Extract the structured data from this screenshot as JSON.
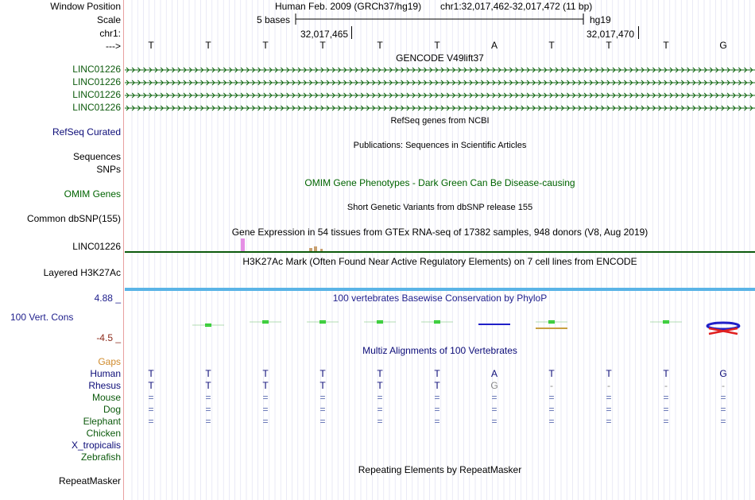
{
  "header": {
    "window_position_label": "Window Position",
    "assembly_text": "Human Feb. 2009 (GRCh37/hg19)",
    "position_text": "chr1:32,017,462-32,017,472 (11 bp)",
    "scale_label": "Scale",
    "scale_bases": "5 bases",
    "scale_db": "hg19",
    "chrom_label": "chr1:",
    "pos_mark_1": "32,017,465",
    "pos_mark_2": "32,017,470",
    "strand_label": "--->"
  },
  "reference_bases": [
    "T",
    "T",
    "T",
    "T",
    "T",
    "T",
    "A",
    "T",
    "T",
    "T",
    "G"
  ],
  "tracks": {
    "gencode_title": "GENCODE V49lift37",
    "gencode_items": [
      "LINC01226",
      "LINC01226",
      "LINC01226",
      "LINC01226"
    ],
    "refseq_label": "RefSeq Curated",
    "refseq_title": "RefSeq genes from NCBI",
    "publications_title": "Publications: Sequences in Scientific Articles",
    "sequences_label": "Sequences",
    "snps_label": "SNPs",
    "omim_title": "OMIM Gene Phenotypes - Dark Green Can Be Disease-causing",
    "omim_label": "OMIM Genes",
    "dbsnp_title": "Short Genetic Variants from dbSNP release 155",
    "dbsnp_label": "Common dbSNP(155)",
    "gtex_title": "Gene Expression in 54 tissues from GTEx RNA-seq of 17382 samples, 948 donors (V8, Aug 2019)",
    "gtex_label": "LINC01226",
    "h3k27ac_title": "H3K27Ac Mark (Often Found Near Active Regulatory Elements) on 7 cell lines from ENCODE",
    "h3k27ac_label": "Layered H3K27Ac",
    "phylop_title": "100 vertebrates Basewise Conservation by PhyloP",
    "phylop_label": "100 Vert. Cons",
    "phylop_max": "4.88 _",
    "phylop_min": "-4.5 _",
    "multiz_title": "Multiz Alignments of 100 Vertebrates",
    "gaps_label": "Gaps",
    "repeatmasker_title": "Repeating Elements by RepeatMasker",
    "repeatmasker_label": "RepeatMasker"
  },
  "alignment": [
    {
      "species": "Human",
      "bases": [
        "T",
        "T",
        "T",
        "T",
        "T",
        "T",
        "A",
        "T",
        "T",
        "T",
        "G"
      ]
    },
    {
      "species": "Rhesus",
      "bases": [
        "T",
        "T",
        "T",
        "T",
        "T",
        "T",
        "G",
        "-",
        "-",
        "-",
        "-"
      ]
    },
    {
      "species": "Mouse",
      "bases": [
        "=",
        "=",
        "=",
        "=",
        "=",
        "=",
        "=",
        "=",
        "=",
        "=",
        "="
      ]
    },
    {
      "species": "Dog",
      "bases": [
        "=",
        "=",
        "=",
        "=",
        "=",
        "=",
        "=",
        "=",
        "=",
        "=",
        "="
      ]
    },
    {
      "species": "Elephant",
      "bases": [
        "=",
        "=",
        "=",
        "=",
        "=",
        "=",
        "=",
        "=",
        "=",
        "=",
        "="
      ]
    },
    {
      "species": "Chicken",
      "bases": []
    },
    {
      "species": "X_tropicalis",
      "bases": []
    },
    {
      "species": "Zebrafish",
      "bases": []
    }
  ],
  "colors": {
    "grid_line": "#dcdcf0",
    "left_border": "#e8a0a0",
    "label_navy": "#0c0c78",
    "label_green": "#0c5a0c",
    "gencode_green": "#0c640c",
    "gtex_pink": "#e58fe5",
    "h3k27ac_blue": "#5ab4e6",
    "phylop_green": "#1ecc1e",
    "gaps_orange": "#d08b2c"
  }
}
